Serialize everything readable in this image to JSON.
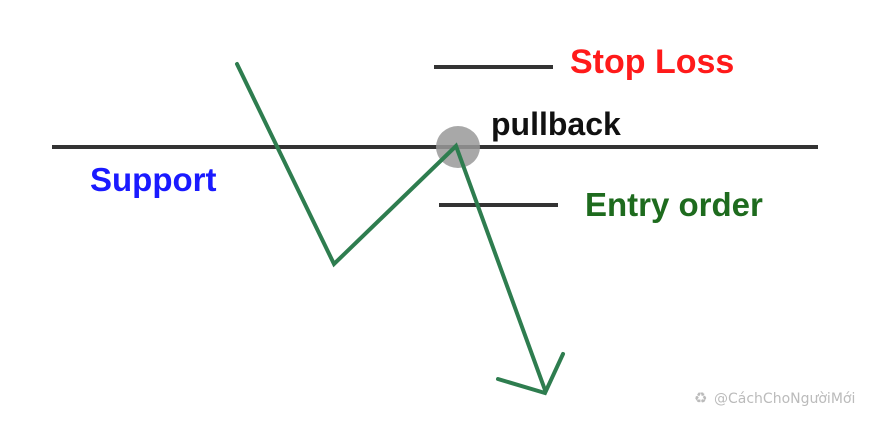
{
  "labels": {
    "stop_loss": "Stop Loss",
    "pullback": "pullback",
    "support": "Support",
    "entry_order": "Entry order"
  },
  "watermark": "@CáchChoNgườiMới",
  "colors": {
    "stop_loss": "#ff1a1a",
    "pullback": "#111111",
    "support": "#1a1aff",
    "entry_order": "#1e6b1e",
    "price_path": "#2e7d4f",
    "lines": "#333333",
    "pullback_marker": "#999999",
    "watermark": "#bbbbbb"
  }
}
